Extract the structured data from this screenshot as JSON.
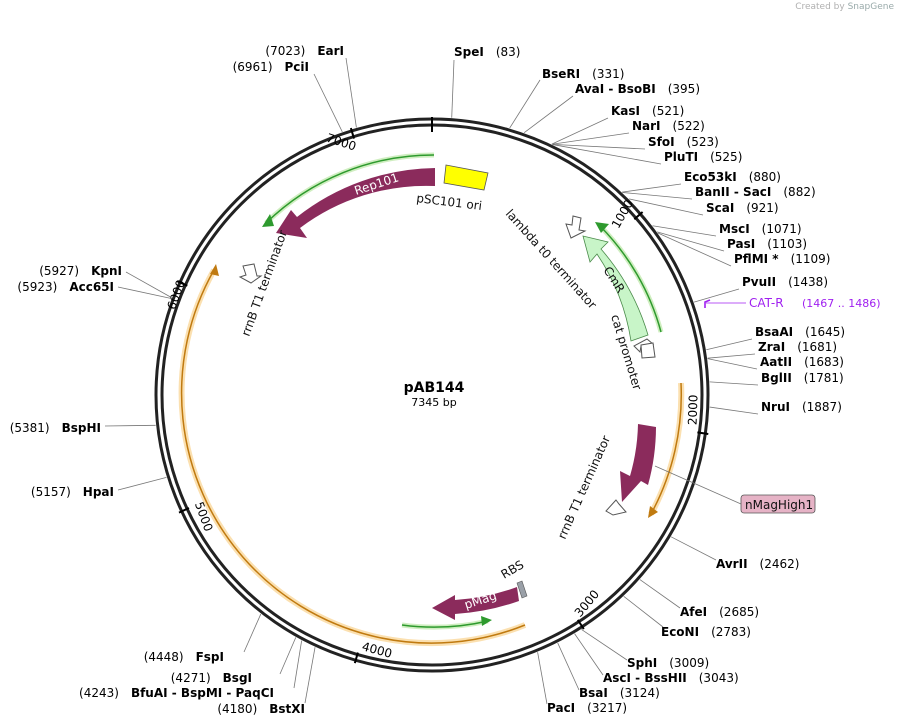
{
  "credit": {
    "prefix": "Created by",
    "brand": "SnapGene"
  },
  "plasmid": {
    "name": "pAB144",
    "size_label": "7345 bp",
    "length": 7345
  },
  "ticks": [
    {
      "pos": 1000,
      "label": "1000"
    },
    {
      "pos": 2000,
      "label": "2000"
    },
    {
      "pos": 3000,
      "label": "3000"
    },
    {
      "pos": 4000,
      "label": "4000"
    },
    {
      "pos": 5000,
      "label": "5000"
    },
    {
      "pos": 6000,
      "label": "6000"
    },
    {
      "pos": 7000,
      "label": "7000"
    }
  ],
  "sites": [
    {
      "name": "SpeI",
      "pos": "(83)",
      "bp": 83
    },
    {
      "name": "BseRI",
      "pos": "(331)",
      "bp": 331
    },
    {
      "name": "AvaI  - BsoBI",
      "pos": "(395)",
      "bp": 395
    },
    {
      "name": "KasI",
      "pos": "(521)",
      "bp": 521
    },
    {
      "name": "NarI",
      "pos": "(522)",
      "bp": 522
    },
    {
      "name": "SfoI",
      "pos": "(523)",
      "bp": 523
    },
    {
      "name": "PluTI",
      "pos": "(525)",
      "bp": 525
    },
    {
      "name": "Eco53kI",
      "pos": "(880)",
      "bp": 880
    },
    {
      "name": "BanII  - SacI",
      "pos": "(882)",
      "bp": 882
    },
    {
      "name": "ScaI",
      "pos": "(921)",
      "bp": 921
    },
    {
      "name": "MscI",
      "pos": "(1071)",
      "bp": 1071
    },
    {
      "name": "PasI",
      "pos": "(1103)",
      "bp": 1103
    },
    {
      "name": "PflMI *",
      "pos": "(1109)",
      "bp": 1109
    },
    {
      "name": "PvuII",
      "pos": "(1438)",
      "bp": 1438
    },
    {
      "name": "BsaAI",
      "pos": "(1645)",
      "bp": 1645
    },
    {
      "name": "ZraI",
      "pos": "(1681)",
      "bp": 1681
    },
    {
      "name": "AatII",
      "pos": "(1683)",
      "bp": 1683
    },
    {
      "name": "BglII",
      "pos": "(1781)",
      "bp": 1781
    },
    {
      "name": "NruI",
      "pos": "(1887)",
      "bp": 1887
    },
    {
      "name": "AvrII",
      "pos": "(2462)",
      "bp": 2462
    },
    {
      "name": "AfeI",
      "pos": "(2685)",
      "bp": 2685
    },
    {
      "name": "EcoNI",
      "pos": "(2783)",
      "bp": 2783
    },
    {
      "name": "SphI",
      "pos": "(3009)",
      "bp": 3009
    },
    {
      "name": "AscI  - BssHII",
      "pos": "(3043)",
      "bp": 3043
    },
    {
      "name": "BsaI",
      "pos": "(3124)",
      "bp": 3124
    },
    {
      "name": "PacI",
      "pos": "(3217)",
      "bp": 3217
    },
    {
      "name": "BstXI",
      "pos": "(4180)",
      "bp": 4180
    },
    {
      "name": "BfuAI  - BspMI  - PaqCI",
      "pos": "(4243)",
      "bp": 4243
    },
    {
      "name": "BsgI",
      "pos": "(4271)",
      "bp": 4271
    },
    {
      "name": "FspI",
      "pos": "(4448)",
      "bp": 4448
    },
    {
      "name": "HpaI",
      "pos": "(5157)",
      "bp": 5157
    },
    {
      "name": "BspHI",
      "pos": "(5381)",
      "bp": 5381
    },
    {
      "name": "Acc65I",
      "pos": "(5923)",
      "bp": 5923
    },
    {
      "name": "KpnI",
      "pos": "(5927)",
      "bp": 5927
    },
    {
      "name": "PciI",
      "pos": "(6961)",
      "bp": 6961
    },
    {
      "name": "EarI",
      "pos": "(7023)",
      "bp": 7023
    }
  ],
  "primer": {
    "name": "CAT-R",
    "pos": "(1467 .. 1486)",
    "color": "#a020f0"
  },
  "features": {
    "pSC101_ori": "pSC101 ori",
    "lambda_t0": "lambda t0 terminator",
    "CmR": "CmR",
    "cat_promoter": "cat promoter",
    "rrnB_T1_right": "rrnB T1 terminator",
    "rrnB_T1_left": "rrnB T1 terminator",
    "Rep101": "Rep101",
    "RBS": "RBS",
    "pMag": "pMag",
    "nMagHigh1": "nMagHigh1"
  },
  "colors": {
    "backbone": "#222222",
    "cds": "#8b2b5c",
    "cmr_fill": "#c8f5c8",
    "ori_fill": "#ffff00",
    "orf_green": "#2e9a2e",
    "orf_orange": "#e08a1e",
    "nmag_box": "#e6b3c6"
  }
}
